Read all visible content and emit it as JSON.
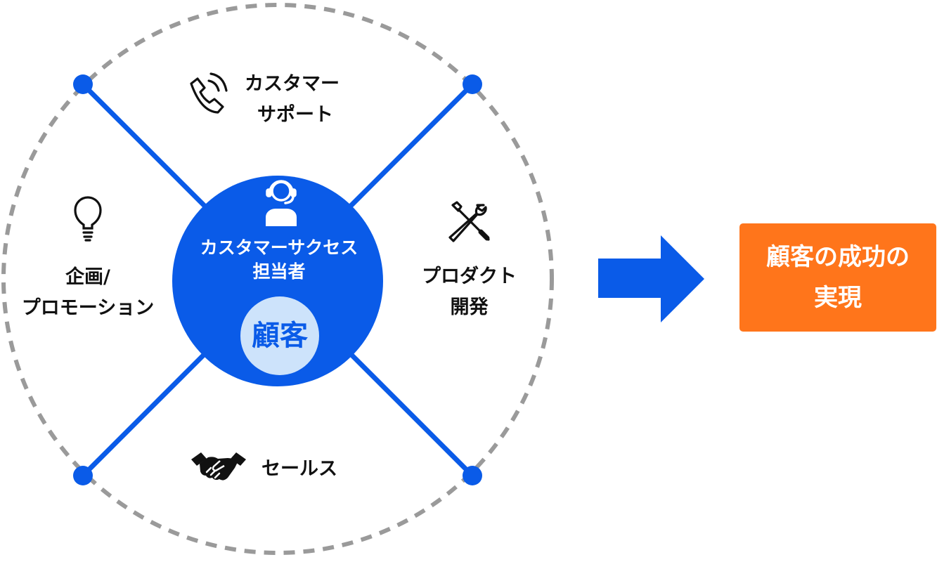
{
  "colors": {
    "blue": "#0a5be8",
    "light_blue": "#cde3fb",
    "orange": "#ff751b",
    "dash_gray": "#9a9a9a",
    "text": "#111111"
  },
  "center": {
    "role_line1": "カスタマーサクセス",
    "role_line2": "担当者",
    "customer": "顧客",
    "icon": "headset-person-icon"
  },
  "departments": {
    "support": {
      "line1": "カスタマー",
      "line2": "サポート",
      "icon": "phone-icon"
    },
    "planning": {
      "line1": "企画/",
      "line2": "プロモーション",
      "icon": "lightbulb-icon"
    },
    "product": {
      "line1": "プロダクト",
      "line2": "開発",
      "icon": "tools-icon"
    },
    "sales": {
      "line1": "セールス",
      "icon": "handshake-icon"
    }
  },
  "result": {
    "line1": "顧客の成功の",
    "line2": "実現"
  }
}
